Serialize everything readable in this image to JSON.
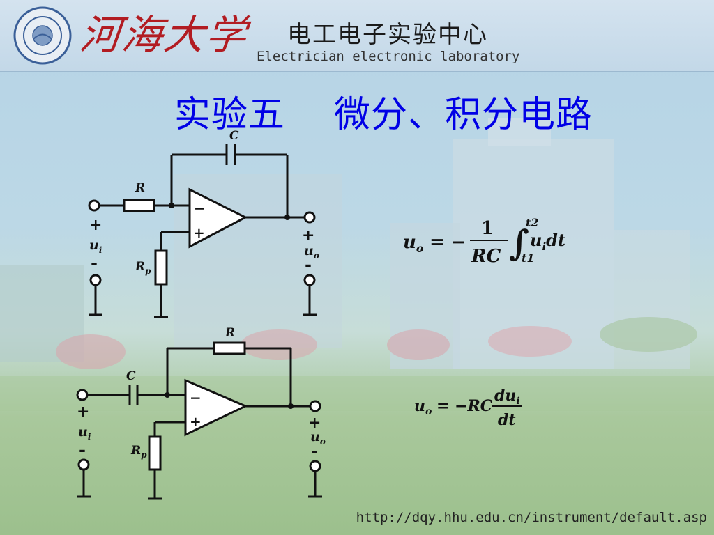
{
  "header": {
    "university_name": "河海大学",
    "center_cn": "电工电子实验中心",
    "center_en": "Electrician electronic laboratory"
  },
  "title": "实验五    微分、积分电路",
  "integrator": {
    "label_C": "C",
    "label_R": "R",
    "label_Rp": "R",
    "label_Rp_sub": "p",
    "input_plus": "+",
    "input_minus": "-",
    "input_u": "u",
    "input_u_sub": "i",
    "output_plus": "+",
    "output_minus": "-",
    "output_u": "u",
    "output_u_sub": "o",
    "opamp_minus": "−",
    "opamp_plus": "+",
    "formula": {
      "lhs_u": "u",
      "lhs_sub": "o",
      "eq": "= −",
      "num": "1",
      "den": "RC",
      "upper": "t2",
      "lower": "t1",
      "integrand_u": "u",
      "integrand_sub": "i",
      "integrand_dt": "dt"
    }
  },
  "differentiator": {
    "label_C": "C",
    "label_R": "R",
    "label_Rp": "R",
    "label_Rp_sub": "p",
    "input_plus": "+",
    "input_minus": "-",
    "input_u": "u",
    "input_u_sub": "i",
    "output_plus": "+",
    "output_minus": "-",
    "output_u": "u",
    "output_u_sub": "o",
    "opamp_minus": "−",
    "opamp_plus": "+",
    "formula": {
      "lhs_u": "u",
      "lhs_sub": "o",
      "eq": "= −RC",
      "num_du": "du",
      "num_sub": "i",
      "den": "dt"
    }
  },
  "footer": {
    "url": "http://dqy.hhu.edu.cn/instrument/default.asp"
  }
}
